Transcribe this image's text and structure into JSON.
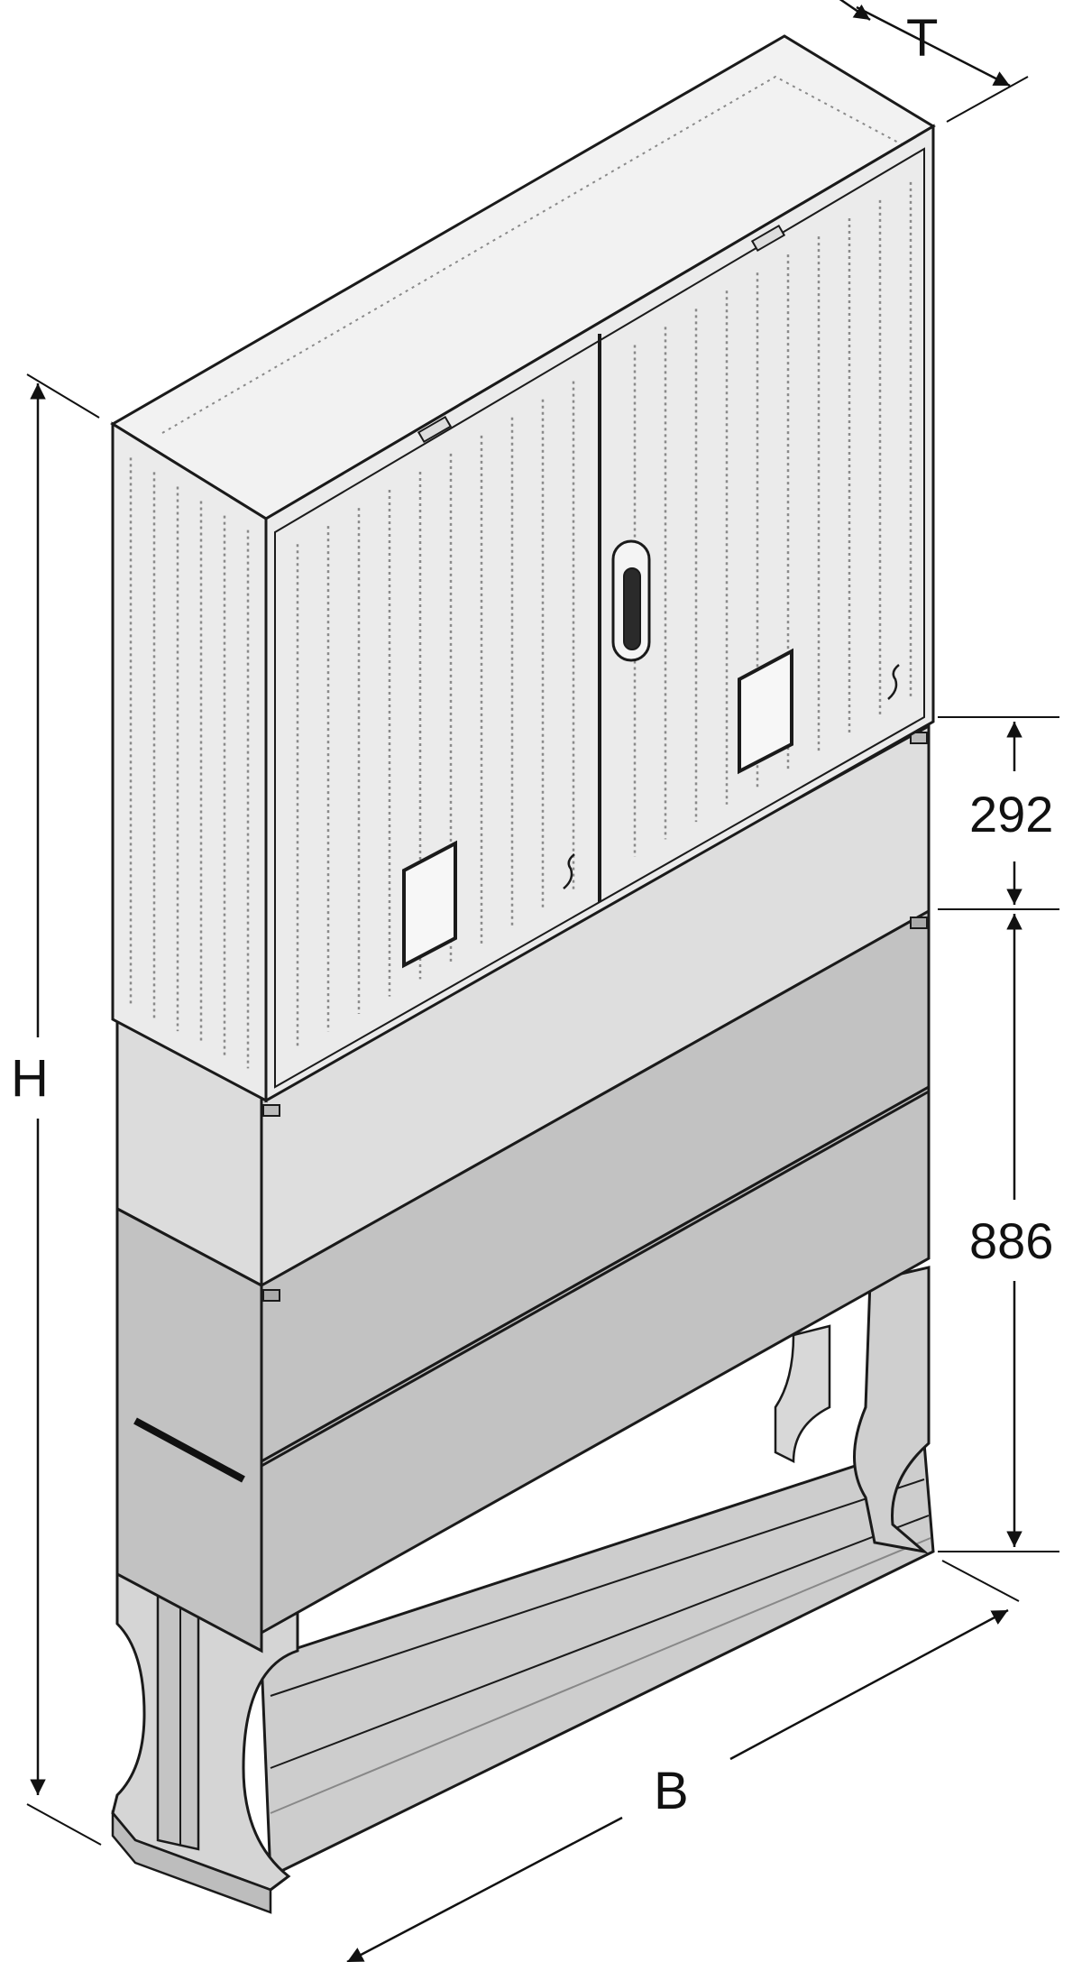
{
  "dimensions": {
    "depth_label": "T",
    "height_label": "H",
    "width_label": "B",
    "upper_section_label": "292",
    "lower_section_label": "886"
  },
  "colors": {
    "cabinet_front": "#ebebeb",
    "cabinet_roof": "#f2f2f2",
    "plinth_light": "#dedede",
    "plinth_dark": "#c2c2c2",
    "base_frame": "#cdcdcd",
    "line": "#1a1a1a",
    "perforation": "#8a8a8a"
  },
  "icons": {
    "door_handle": "door-handle-icon",
    "window": "inspection-window-icon"
  }
}
